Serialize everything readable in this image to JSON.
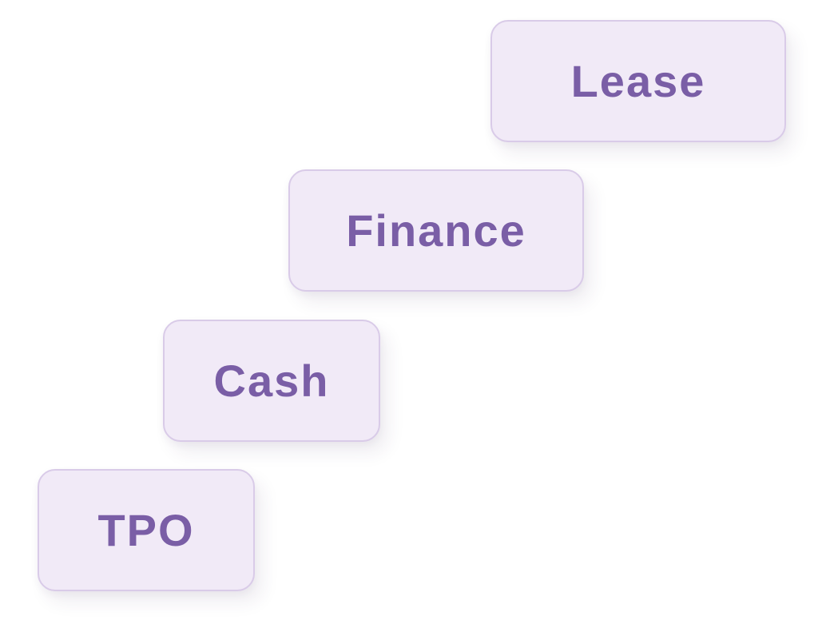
{
  "colors": {
    "box_fill": "#f1eaf7",
    "box_border": "#d9cbe8",
    "text": "#7a5ea6",
    "background": "#ffffff"
  },
  "steps": [
    {
      "label": "Lease"
    },
    {
      "label": "Finance"
    },
    {
      "label": "Cash"
    },
    {
      "label": "TPO"
    }
  ]
}
